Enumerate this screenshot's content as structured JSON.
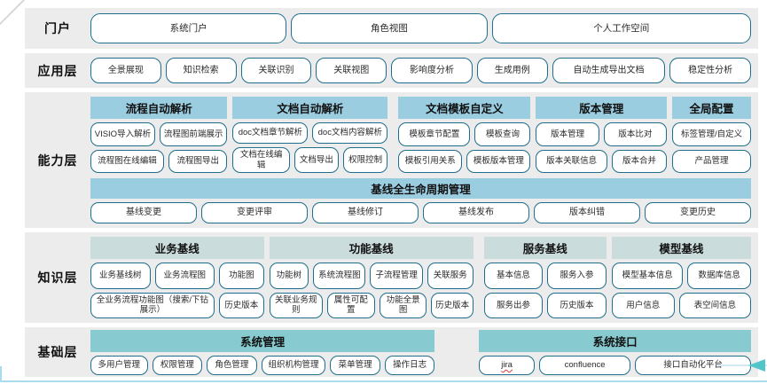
{
  "colors": {
    "button_border": "#1e6e8c",
    "capability_header_bg": "#9bcde1",
    "knowledge_header_bg": "#cbdcdc",
    "foundation_header_bg": "#87cbd0",
    "band_bg": "#ececec",
    "accent_line": "#aadcee",
    "arrow": "#52c5c9"
  },
  "misc": {
    "squiggle_button": "jira"
  },
  "layers": [
    {
      "id": "portal",
      "label": "门户",
      "buttons": [
        "系统门户",
        "角色视图",
        "个人工作空间"
      ]
    },
    {
      "id": "application",
      "label": "应用层",
      "buttons": [
        "全景展现",
        "知识检索",
        "关联识别",
        "关联视图",
        "影响度分析",
        "生成用例",
        "自动生成导出文档",
        "稳定性分析"
      ]
    },
    {
      "id": "capability",
      "label": "能力层",
      "groups": [
        {
          "header": "流程自动解析",
          "rows": [
            [
              "VISIO导入解析",
              "流程图前端展示"
            ],
            [
              "流程图在线编辑",
              "流程图导出"
            ]
          ]
        },
        {
          "header": "文档自动解析",
          "rows": [
            [
              "doc文档章节解析",
              "doc文档内容解析"
            ],
            [
              "文档在线编辑",
              "文档导出",
              "权限控制"
            ]
          ]
        },
        {
          "header": "文档模板自定义",
          "rows": [
            [
              "模板章节配置",
              "模板查询"
            ],
            [
              "模板引用关系",
              "模板版本管理"
            ]
          ]
        },
        {
          "header": "版本管理",
          "rows": [
            [
              "版本管理",
              "版本比对"
            ],
            [
              "版本关联信息",
              "版本合并"
            ]
          ]
        },
        {
          "header": "全局配置",
          "rows": [
            [
              "标签管理/自定义"
            ],
            [
              "产品管理"
            ]
          ]
        }
      ],
      "baseline": {
        "header": "基线全生命周期管理",
        "buttons": [
          "基线变更",
          "变更评审",
          "基线修订",
          "基线发布",
          "版本纠错",
          "变更历史"
        ]
      }
    },
    {
      "id": "knowledge",
      "label": "知识层",
      "groups": [
        {
          "header": "业务基线",
          "rows": [
            [
              "业务基线树",
              "业务流程图",
              "功能图"
            ],
            [
              "全业务流程功能图（搜索/下钻展示）",
              "历史版本"
            ]
          ]
        },
        {
          "header": "功能基线",
          "rows": [
            [
              "功能树",
              "系统流程图",
              "子流程管理",
              "关联服务"
            ],
            [
              "关联业务规则",
              "属性可配置",
              "功能全景图",
              "历史版本"
            ]
          ]
        },
        {
          "header": "服务基线",
          "rows": [
            [
              "基本信息",
              "服务入参"
            ],
            [
              "服务出参",
              "历史版本"
            ]
          ]
        },
        {
          "header": "模型基线",
          "rows": [
            [
              "模型基本信息",
              "数据库信息"
            ],
            [
              "用户信息",
              "表空间信息"
            ]
          ]
        }
      ]
    },
    {
      "id": "foundation",
      "label": "基础层",
      "groups": [
        {
          "header": "系统管理",
          "rows": [
            [
              "多用户管理",
              "权限管理",
              "角色管理",
              "组织机构管理",
              "菜单管理",
              "操作日志"
            ]
          ]
        },
        {
          "header": "系统接口",
          "rows": [
            [
              "jira",
              "confluence",
              "接口自动化平台"
            ]
          ]
        }
      ]
    }
  ]
}
